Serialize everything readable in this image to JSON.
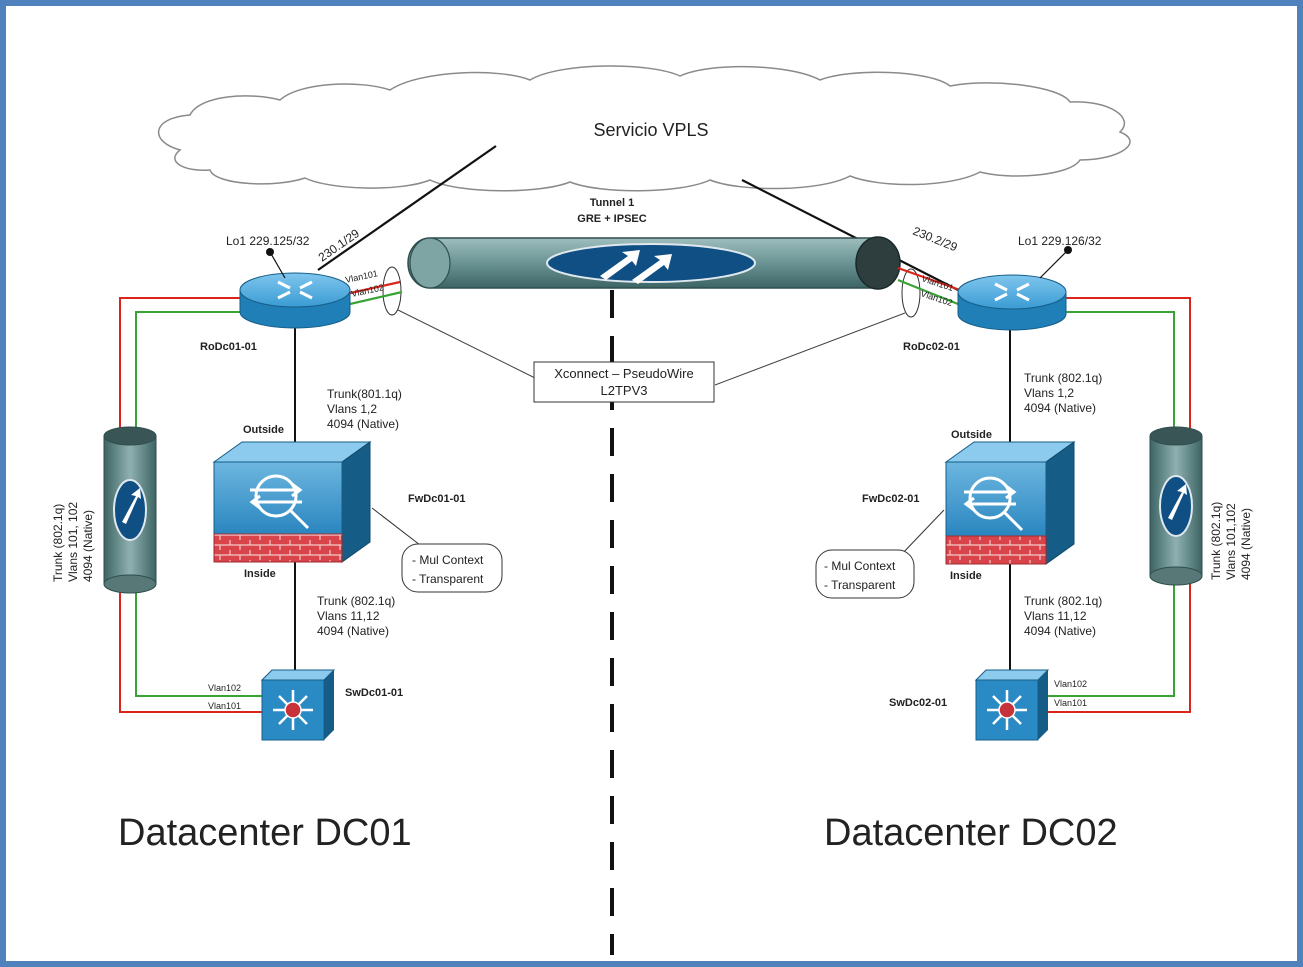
{
  "cloud": {
    "label": "Servicio VPLS"
  },
  "tunnel": {
    "title": "Tunnel 1",
    "subtitle": "GRE + IPSEC"
  },
  "xconnect": {
    "line1": "Xconnect – PseudoWire",
    "line2": "L2TPV3"
  },
  "dc01": {
    "title": "Datacenter DC01",
    "router": {
      "name": "RoDc01-01",
      "loopback": "Lo1 229.125/32",
      "wan_ip": "230.1/29",
      "vlan_red": "Vlan101",
      "vlan_green": "Vlan102"
    },
    "firewall": {
      "name": "FwDc01-01",
      "outside": "Outside",
      "inside": "Inside",
      "notes": [
        "- Mul Context",
        "- Transparent"
      ]
    },
    "switch": {
      "name": "SwDc01-01",
      "vlan_green": "Vlan102",
      "vlan_red": "Vlan101"
    },
    "trunk_top": [
      "Trunk(801.1q)",
      "Vlans 1,2",
      "4094 (Native)"
    ],
    "trunk_bottom": [
      "Trunk (802.1q)",
      "Vlans 11,12",
      "4094 (Native)"
    ],
    "trunk_side": [
      "Trunk (802.1q)",
      "Vlans 101, 102",
      "4094 (Native)"
    ]
  },
  "dc02": {
    "title": "Datacenter DC02",
    "router": {
      "name": "RoDc02-01",
      "loopback": "Lo1 229.126/32",
      "wan_ip": "230.2/29",
      "vlan_red": "Vlan101",
      "vlan_green": "Vlan102"
    },
    "firewall": {
      "name": "FwDc02-01",
      "outside": "Outside",
      "inside": "Inside",
      "notes": [
        "- Mul Context",
        "- Transparent"
      ]
    },
    "switch": {
      "name": "SwDc02-01",
      "vlan_green": "Vlan102",
      "vlan_red": "Vlan101"
    },
    "trunk_top": [
      "Trunk (802.1q)",
      "Vlans 1,2",
      "4094 (Native)"
    ],
    "trunk_bottom": [
      "Trunk (802.1q)",
      "Vlans 11,12",
      "4094 (Native)"
    ],
    "trunk_side": [
      "Trunk (802.1q)",
      "Vlans 101,102",
      "4094 (Native)"
    ]
  },
  "colors": {
    "frame": "#4f81bd",
    "vlan101": "#d9261c",
    "vlan102": "#3aa335",
    "device_blue": "#1f7fb6",
    "tunnel": "#5c8a8a"
  }
}
